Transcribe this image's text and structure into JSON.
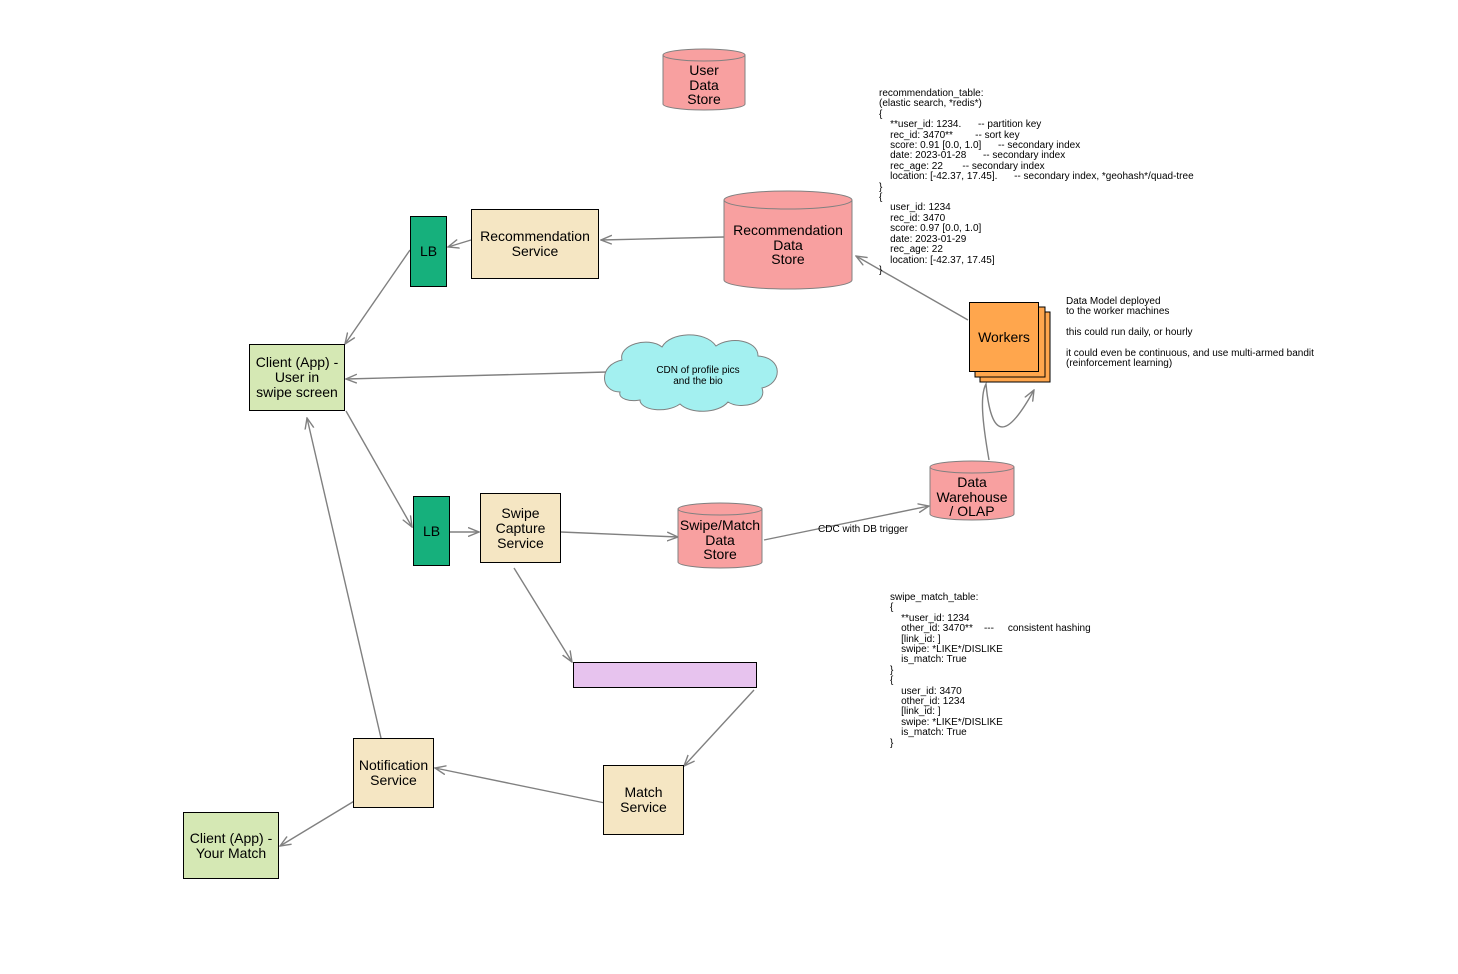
{
  "nodes": {
    "client_swipe": "Client (App) -\nUser in\nswipe screen",
    "client_match": "Client (App) -\nYour Match",
    "lb_top": "LB",
    "lb_bottom": "LB",
    "recommendation_service": "Recommendation\nService",
    "swipe_capture_service": "Swipe\nCapture\nService",
    "notification_service": "Notification\nService",
    "match_service": "Match\nService",
    "message_queue": "",
    "workers": "Workers",
    "user_data_store": "User\nData\nStore",
    "recommendation_data_store": "Recommendation\nData\nStore",
    "swipe_match_data_store": "Swipe/Match\nData\nStore",
    "data_warehouse": "Data\nWarehouse\n/ OLAP",
    "cdn": "CDN of profile pics\nand the bio"
  },
  "edge_labels": {
    "cdc": "CDC with DB trigger"
  },
  "notes": {
    "recommendation_table": "recommendation_table:\n(elastic search, *redis*)\n{\n    **user_id: 1234.      -- partition key\n    rec_id: 3470**        -- sort key\n    score: 0.91 [0.0, 1.0]      -- secondary index\n    date: 2023-01-28      -- secondary index\n    rec_age: 22       -- secondary index\n    location: [-42.37, 17.45].      -- secondary index, *geohash*/quad-tree\n}\n{\n    user_id: 1234\n    rec_id: 3470\n    score: 0.97 [0.0, 1.0]\n    date: 2023-01-29\n    rec_age: 22\n    location: [-42.37, 17.45]\n}",
    "workers_note": "Data Model deployed\nto the worker machines\n\nthis could run daily, or hourly\n\nit could even be continuous, and use multi-armed bandit\n(reinforcement learning)",
    "swipe_match_table": "swipe_match_table:\n{\n    **user_id: 1234\n    other_id: 3470**    ---     consistent hashing\n    [link_id: ]\n    swipe: *LIKE*/DISLIKE\n    is_match: True\n}\n{\n    user_id: 3470\n    other_id: 1234\n    [link_id: ]\n    swipe: *LIKE*/DISLIKE\n    is_match: True\n}"
  },
  "colors": {
    "client": "#d5e8b4",
    "service": "#f5e6c3",
    "lb": "#16b07c",
    "datastore": "#f8a0a0",
    "cdn": "#a3f0f0",
    "workers": "#ffa64d",
    "queue": "#e7c3ee",
    "arrow": "#808080"
  }
}
